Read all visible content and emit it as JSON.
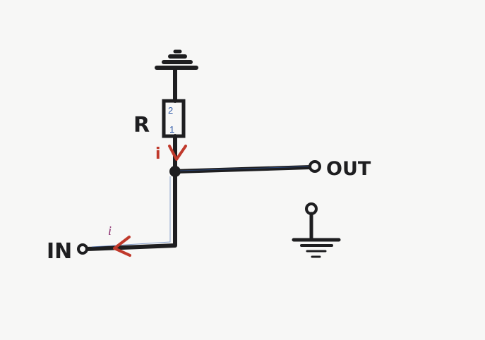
{
  "schematic": {
    "resistor_label": "R",
    "pin_top": "2",
    "pin_bottom": "1",
    "current_label_resistor": "i",
    "current_label_input": "i",
    "input_label": "IN",
    "output_label": "OUT"
  },
  "colors": {
    "ink": "#1e1e20",
    "current_red": "#c0392b",
    "pin_blue": "#2f5aa8",
    "paper": "#f7f7f6"
  }
}
